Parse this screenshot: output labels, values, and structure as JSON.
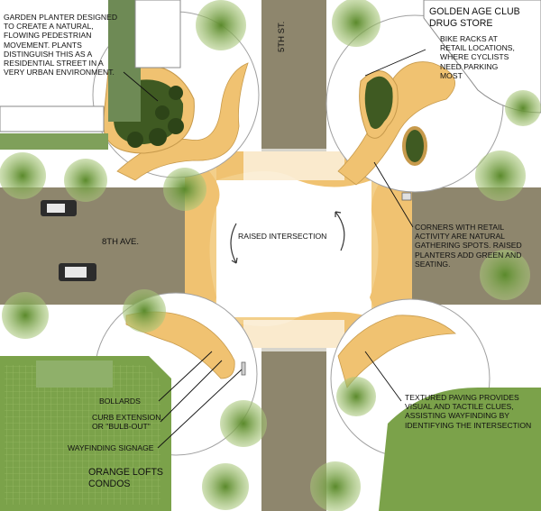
{
  "labels": {
    "garden_planter": "GARDEN PLANTER DESIGNED\nTO CREATE A NATURAL,\nFLOWING PEDESTRIAN\nMOVEMENT. PLANTS\nDISTINGUISH THIS AS A\nRESIDENTIAL STREET IN A\nVERY URBAN ENVIRONMENT.",
    "golden_age": "GOLDEN AGE CLUB\nDRUG STORE",
    "bike_racks": "BIKE RACKS AT\nRETAIL LOCATIONS,\nWHERE CYCLISTS\nNEED PARKING\nMOST",
    "street_5th": "5TH ST.",
    "street_8th": "8TH AVE.",
    "raised_intersection": "RAISED INTERSECTION",
    "corners_retail": "CORNERS WITH RETAIL\nACTIVITY ARE NATURAL\nGATHERING SPOTS. RAISED\nPLANTERS ADD GREEN AND\nSEATING.",
    "bollards": "BOLLARDS",
    "curb_extension": "CURB EXTENSION,\nOR \"BULB-OUT\"",
    "wayfinding": "WAYFINDING SIGNAGE",
    "textured_paving": "TEXTURED PAVING PROVIDES\nVISUAL AND TACTILE CLUES,\nASSISTING WAYFINDING BY\nIDENTIFYING THE INTERSECTION",
    "orange_lofts": "ORANGE LOFTS\nCONDOS"
  },
  "colors": {
    "road": "#8e866d",
    "sidewalk": "#ffffff",
    "paving": "#f0c271",
    "paving_light": "#f7dfb0",
    "paving_edge": "#c79a4c",
    "lawn": "#7ba24a",
    "planter_dark": "#3f5a22",
    "tree": "#6f9a3e"
  }
}
